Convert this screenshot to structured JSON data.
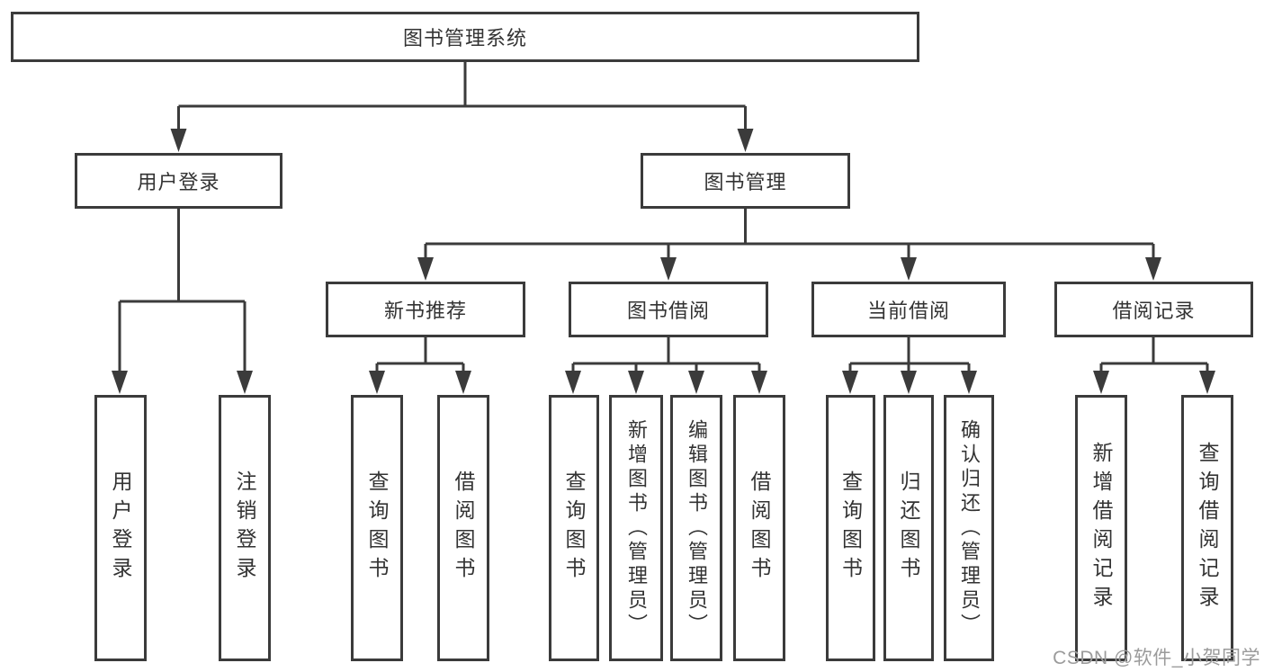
{
  "tree": {
    "root": "图书管理系统",
    "user_login": {
      "label": "用户登录",
      "children": [
        "用户登录",
        "注销登录"
      ]
    },
    "book_mgmt": {
      "label": "图书管理",
      "modules": [
        {
          "label": "新书推荐",
          "children": [
            "查询图书",
            "借阅图书"
          ]
        },
        {
          "label": "图书借阅",
          "children": [
            "查询图书",
            "新增图书（管理员）",
            "编辑图书（管理员）",
            "借阅图书"
          ]
        },
        {
          "label": "当前借阅",
          "children": [
            "查询图书",
            "归还图书",
            "确认归还（管理员）"
          ]
        },
        {
          "label": "借阅记录",
          "children": [
            "新增借阅记录",
            "查询借阅记录"
          ]
        }
      ]
    }
  },
  "watermark": {
    "text": "CSDN @软件_小贺同学"
  }
}
